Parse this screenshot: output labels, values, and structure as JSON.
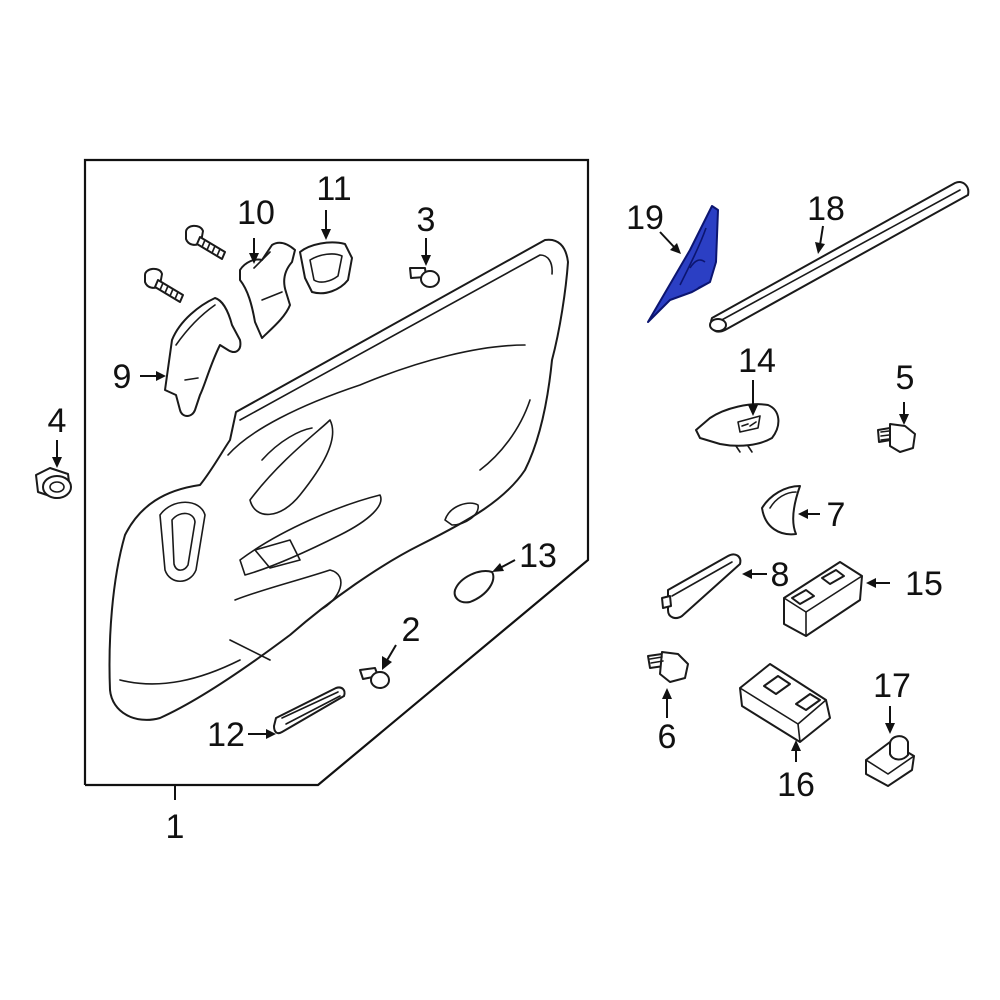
{
  "diagram": {
    "highlight_color": "#2b3fc4",
    "highlighted_part": "19",
    "callouts": {
      "c1": "1",
      "c2": "2",
      "c3": "3",
      "c4": "4",
      "c5": "5",
      "c6": "6",
      "c7": "7",
      "c8": "8",
      "c9": "9",
      "c10": "10",
      "c11": "11",
      "c12": "12",
      "c13": "13",
      "c14": "14",
      "c15": "15",
      "c16": "16",
      "c17": "17",
      "c18": "18",
      "c19": "19"
    }
  }
}
